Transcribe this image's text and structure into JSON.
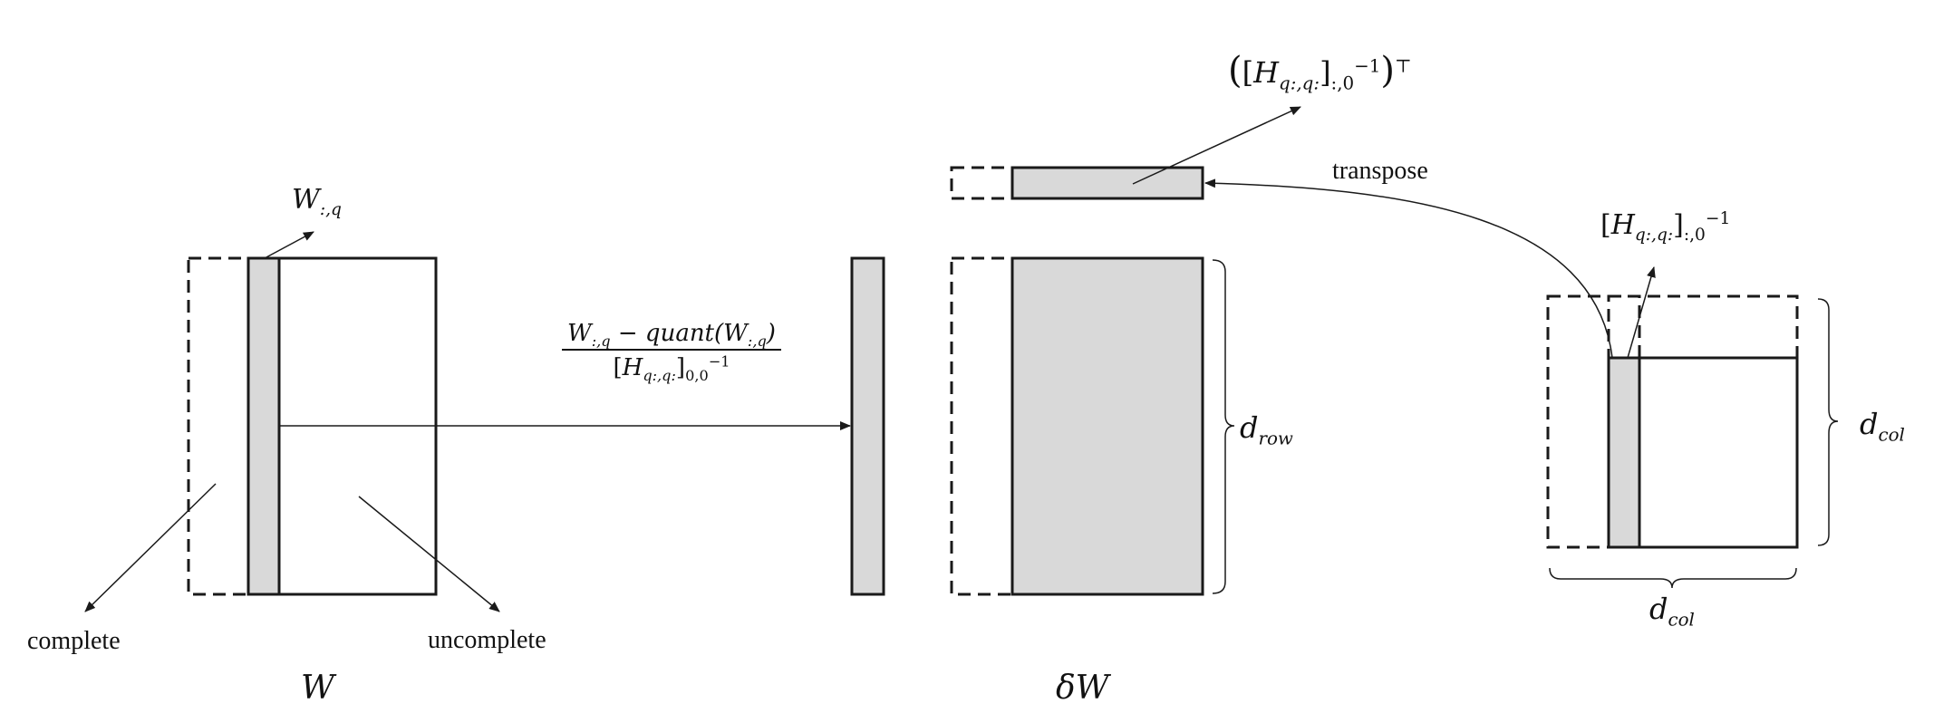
{
  "labels": {
    "complete": "complete",
    "uncomplete": "uncomplete",
    "transpose": "transpose",
    "w_matrix": "W",
    "delta_w": "δW",
    "w_col_base": "W",
    "w_col_sub": ":,q",
    "update_num_main": "W",
    "update_num_sub": ":,q",
    "update_num_op": " − quant(",
    "update_num_inner": "W",
    "update_num_inner_sub": ":,q",
    "update_num_close": ")",
    "update_den_open": "[",
    "update_den_h": "H",
    "update_den_hsub": "q:,q:",
    "update_den_close": "]",
    "update_den_sub": "0,0",
    "update_den_sup": "−1",
    "hinv_open": "[",
    "hinv_h": "H",
    "hinv_hsub": "q:,q:",
    "hinv_close": "]",
    "hinv_sub": ":,0",
    "hinv_sup": "−1",
    "hinvT_outer_open": "(",
    "hinvT_open": "[",
    "hinvT_h": "H",
    "hinvT_hsub": "q:,q:",
    "hinvT_close": "]",
    "hinvT_sub": ":,0",
    "hinvT_sup": "−1",
    "hinvT_outer_close": ")",
    "hinvT_T": "⊤",
    "d_row_base": "d",
    "d_row_sub": "row",
    "d_col_right_base": "d",
    "d_col_right_sub": "col",
    "d_col_bottom_base": "d",
    "d_col_bottom_sub": "col"
  },
  "colors": {
    "stroke": "#1a1a1a",
    "shade": "#d9d9d9",
    "background": "#ffffff"
  }
}
